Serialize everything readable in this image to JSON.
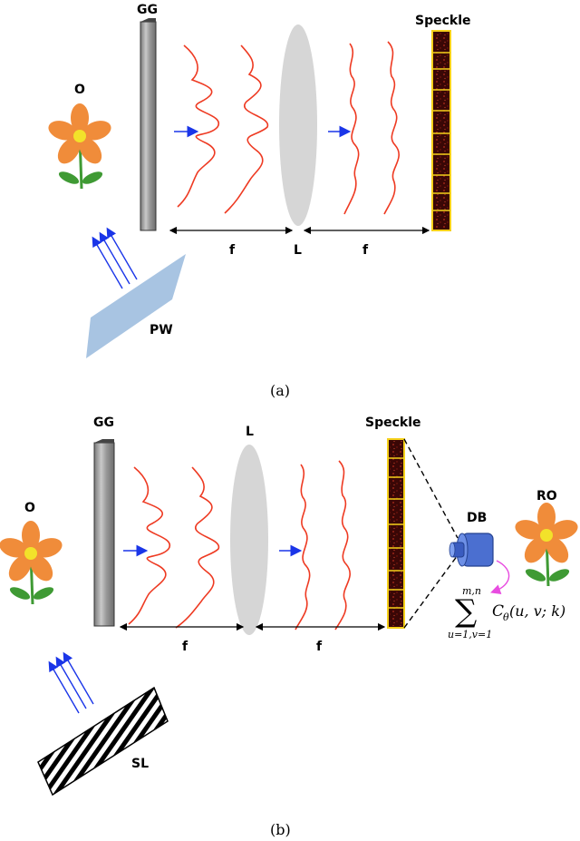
{
  "panel_a": {
    "object_label": "O",
    "ground_glass_label": "GG",
    "lens_label": "L",
    "focal_label_1": "f",
    "focal_label_2": "f",
    "speckle_label": "Speckle",
    "plane_wave_label": "PW",
    "caption": "(a)"
  },
  "panel_b": {
    "object_label": "O",
    "ground_glass_label": "GG",
    "lens_label": "L",
    "focal_label_1": "f",
    "focal_label_2": "f",
    "speckle_label": "Speckle",
    "slm_label": "SL",
    "detector_label": "DB",
    "reconstructed_label": "RO",
    "sum_upper": "m,n",
    "sum_symbol": "∑",
    "sum_lower": "u=1,v=1",
    "correlation_C": "C",
    "correlation_sub": "θ",
    "correlation_args": "(u, v; k)",
    "caption": "(b)"
  },
  "colors": {
    "petal": "#f08c3a",
    "flower_center": "#f2e22a",
    "stem": "#3f9a34",
    "wave": "#ee3a22",
    "arrow": "#1a35e8",
    "lens": "#d6d6d6",
    "plane_wave": "#a8c4e2",
    "speckle_border": "#f5d01a",
    "speckle_cell": "#3a0706",
    "detector": "#4b6fd0",
    "annotation_arrow": "#e84ce0"
  }
}
